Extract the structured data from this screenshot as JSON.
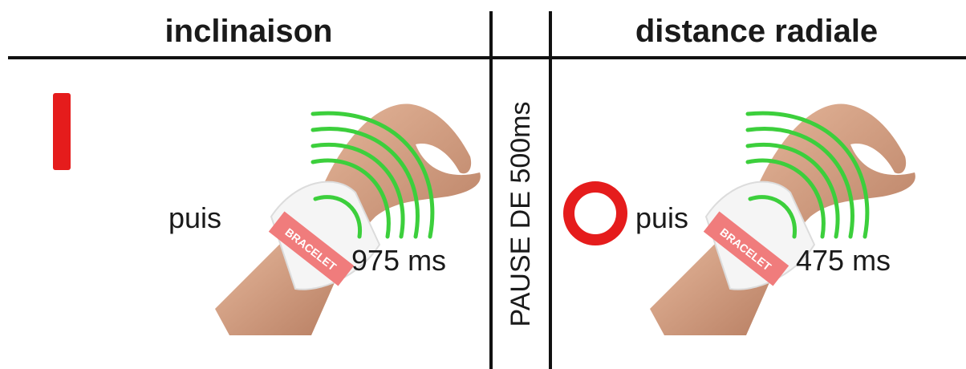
{
  "headers": {
    "left": "inclinaison",
    "right": "distance radiale"
  },
  "pause_label": "PAUSE DE 500ms",
  "left_panel": {
    "puis_label": "puis",
    "timing_label": "975 ms",
    "bracelet_label": "BRACELET"
  },
  "right_panel": {
    "puis_label": "puis",
    "timing_label": "475 ms",
    "bracelet_label": "BRACELET"
  },
  "colors": {
    "marker_red": "#e51c1c",
    "wave_green": "#3ccf3c",
    "bracelet_band": "#f07c7c",
    "skin": "#d9a586"
  }
}
